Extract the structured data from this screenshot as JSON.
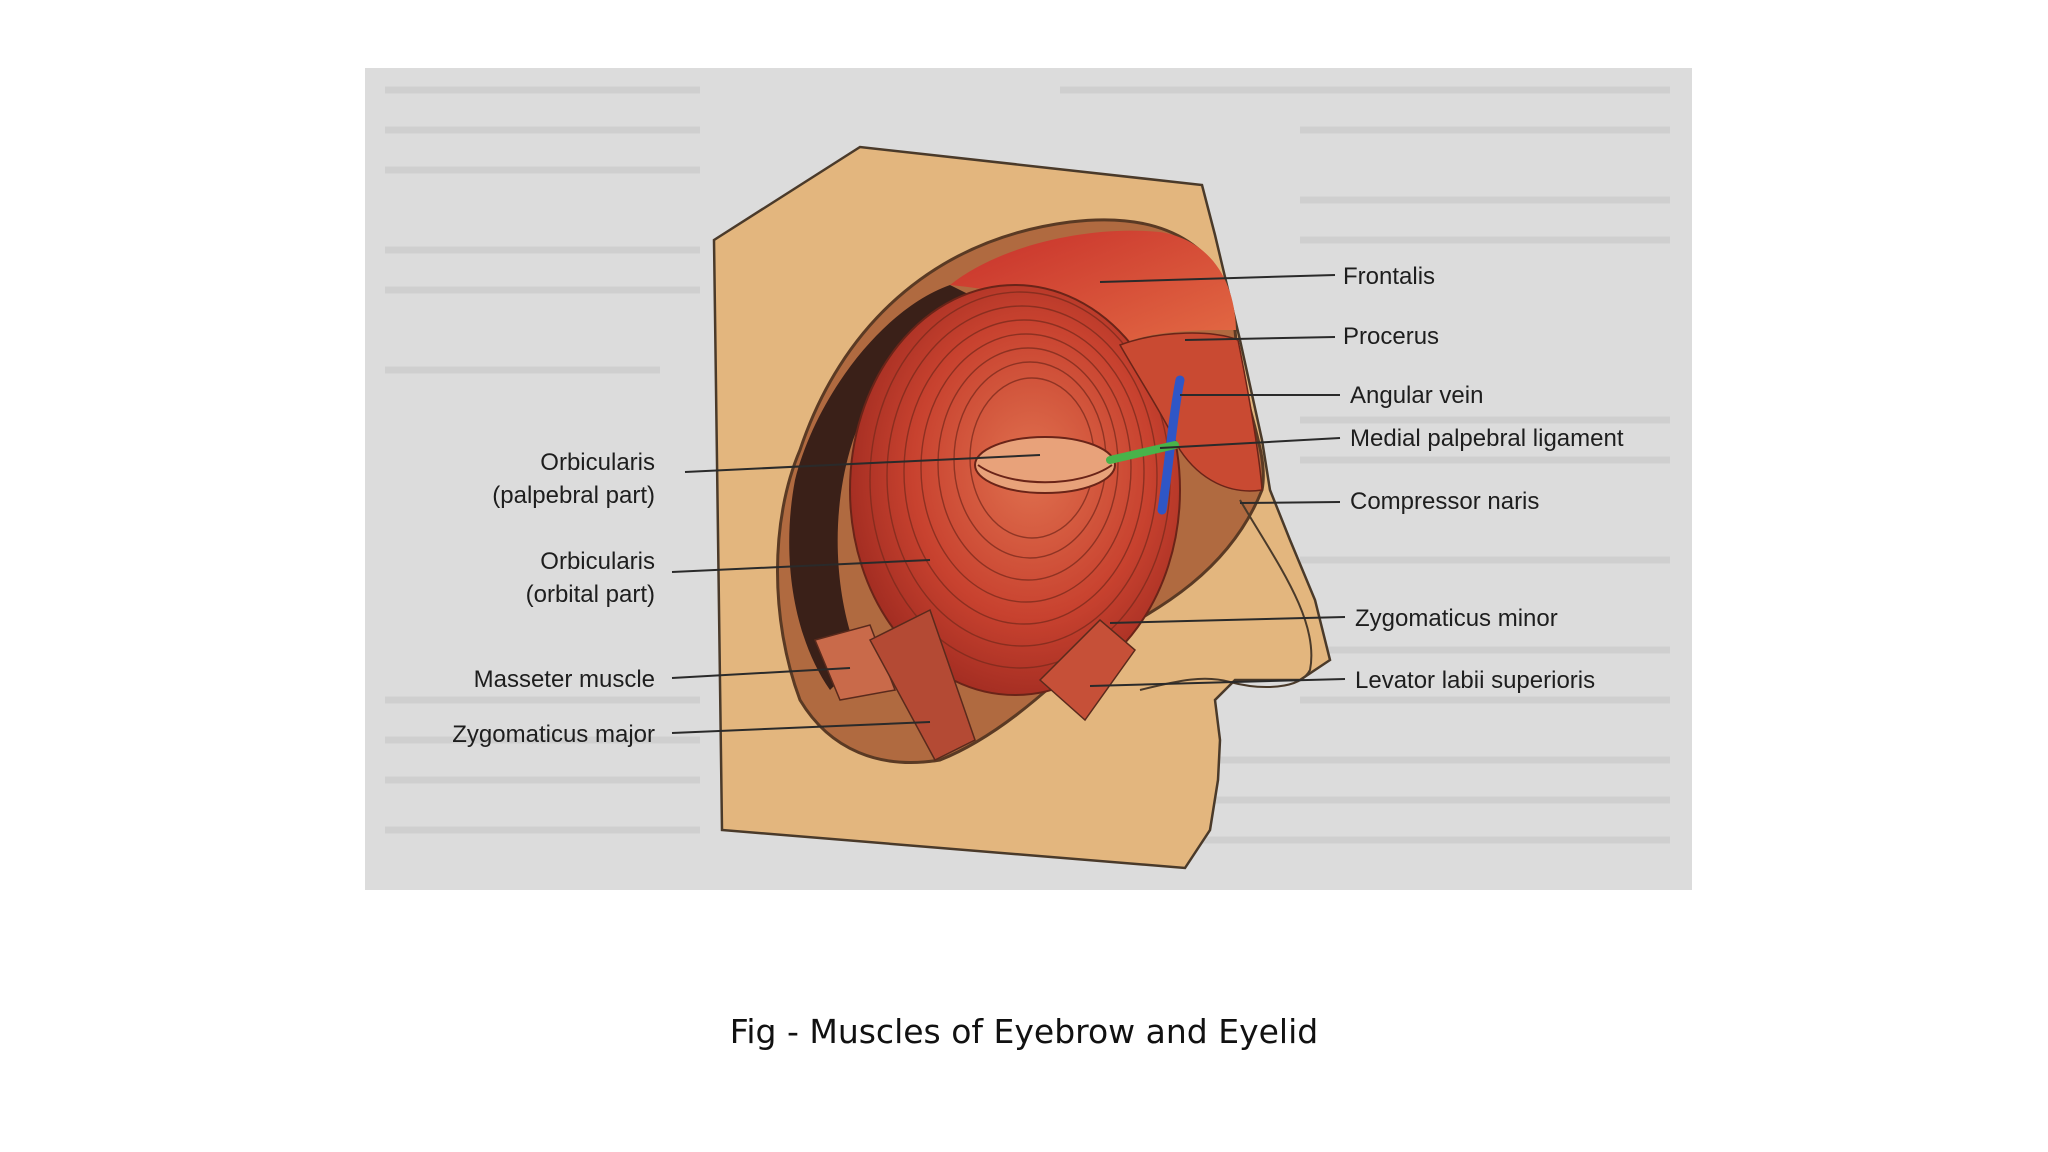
{
  "figure": {
    "labels": {
      "frontalis": "Frontalis",
      "procerus": "Procerus",
      "angular_vein": "Angular vein",
      "medial_palpebral_ligament": "Medial palpebral ligament",
      "compressor_naris": "Compressor naris",
      "zygomaticus_minor": "Zygomaticus minor",
      "levator_labii_superioris": "Levator labii superioris",
      "orbicularis_palpebral_line1": "Orbicularis",
      "orbicularis_palpebral_line2": "(palpebral part)",
      "orbicularis_orbital_line1": "Orbicularis",
      "orbicularis_orbital_line2": "(orbital part)",
      "masseter_muscle": "Masseter muscle",
      "zygomaticus_major": "Zygomaticus major"
    },
    "colors": {
      "page_background": "#dcdcdc",
      "skin_block": "#e3b67e",
      "muscle_red": "#c0392b",
      "orbit_dark": "#3a2018",
      "angular_vein": "#2f56c6",
      "medial_palpebral_ligament": "#49b34a"
    }
  },
  "caption": "Fig - Muscles of Eyebrow and Eyelid"
}
